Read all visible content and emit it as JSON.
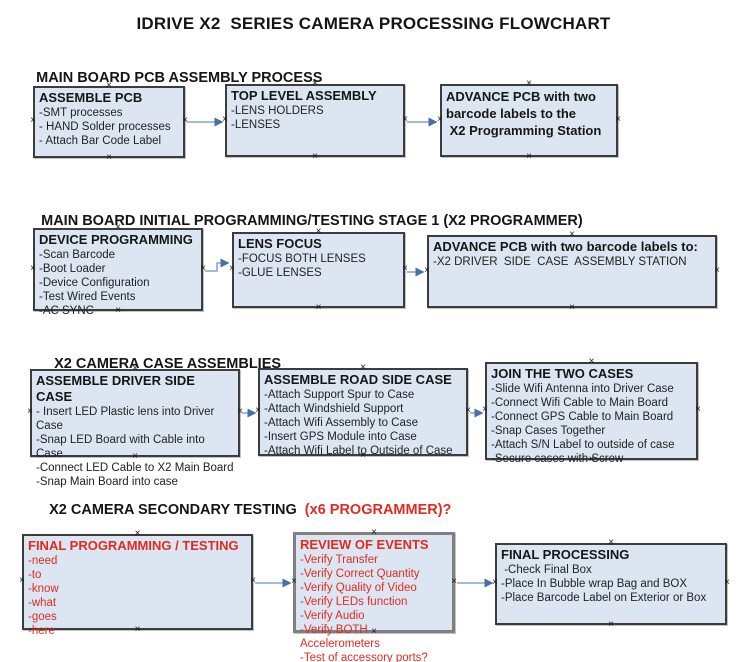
{
  "title": "IDRIVE X2  SERIES CAMERA PROCESSING FLOWCHART",
  "icons": {
    "anchor": "×"
  },
  "colors": {
    "box_fill": "#dce6f2",
    "box_border": "#3c3c3c",
    "gray_border": "#808080",
    "arrow_line": "#95b3d7",
    "arrow_head": "#4a6ea9",
    "red_text": "#e02b20",
    "black_text": "#151515"
  },
  "sections": [
    {
      "heading": "MAIN BOARD PCB ASSEMBLY PROCESS",
      "heading_suffix": "",
      "boxes": [
        {
          "title": "ASSEMBLE PCB",
          "items": [
            "-SMT processes",
            "- HAND Solder processes",
            "- Attach Bar Code Label"
          ]
        },
        {
          "title": "TOP LEVEL ASSEMBLY",
          "items": [
            "-LENS HOLDERS",
            "-LENSES"
          ]
        },
        {
          "title": "ADVANCE PCB with two\nbarcode labels to the\n X2 Programming Station",
          "items": []
        }
      ]
    },
    {
      "heading": "MAIN BOARD INITIAL PROGRAMMING/TESTING STAGE 1 (X2 PROGRAMMER)",
      "heading_suffix": "",
      "boxes": [
        {
          "title": "DEVICE PROGRAMMING",
          "items": [
            "-Scan Barcode",
            "-Boot Loader",
            "-Device Configuration",
            "-Test Wired Events",
            "-AC SYNC"
          ]
        },
        {
          "title": "LENS FOCUS",
          "items": [
            "-FOCUS BOTH LENSES",
            "-GLUE LENSES"
          ]
        },
        {
          "title": "ADVANCE PCB with two barcode labels to:",
          "items": [
            "-X2 DRIVER  SIDE  CASE  ASSEMBLY STATION"
          ]
        }
      ]
    },
    {
      "heading": "X2 CAMERA CASE ASSEMBLIES",
      "heading_suffix": "",
      "boxes": [
        {
          "title": "ASSEMBLE DRIVER SIDE CASE",
          "items": [
            "- Insert LED Plastic lens into Driver Case",
            "-Snap LED Board with Cable into Case",
            "-Connect LED Cable to X2 Main Board",
            "-Snap Main Board into case"
          ]
        },
        {
          "title": "ASSEMBLE ROAD SIDE CASE",
          "items": [
            "-Attach Support Spur to Case",
            "-Attach Windshield Support",
            "-Attach Wifi Assembly to Case",
            "-Insert GPS Module into Case",
            "-Attach Wifi Label to Outside of Case"
          ]
        },
        {
          "title": "JOIN THE TWO CASES",
          "items": [
            "-Slide Wifi Antenna into Driver Case",
            "-Connect Wifi Cable to Main Board",
            "-Connect GPS Cable to Main Board",
            "-Snap Cases Together",
            "-Attach S/N Label to outside of case",
            "-Secure cases with Screw"
          ]
        }
      ]
    },
    {
      "heading": "X2 CAMERA SECONDARY TESTING  ",
      "heading_suffix": "(x6 PROGRAMMER)?",
      "boxes": [
        {
          "title": "FINAL PROGRAMMING / TESTING",
          "items": [
            "-need",
            "-to",
            "-know",
            "-what",
            "-goes",
            "-here"
          ]
        },
        {
          "title": "REVIEW OF EVENTS",
          "items": [
            "-Verify Transfer",
            "-Verify Correct Quantity",
            "-Verify Quality of Video",
            "-Verify LEDs function",
            "-Verify Audio",
            "-Verify BOTH Accelerometers",
            "-Test of accessory ports?"
          ]
        },
        {
          "title": "FINAL PROCESSING",
          "items": [
            " -Check Final Box",
            "-Place In Bubble wrap Bag and BOX",
            "-Place Barcode Label on Exterior or Box"
          ]
        }
      ]
    }
  ]
}
